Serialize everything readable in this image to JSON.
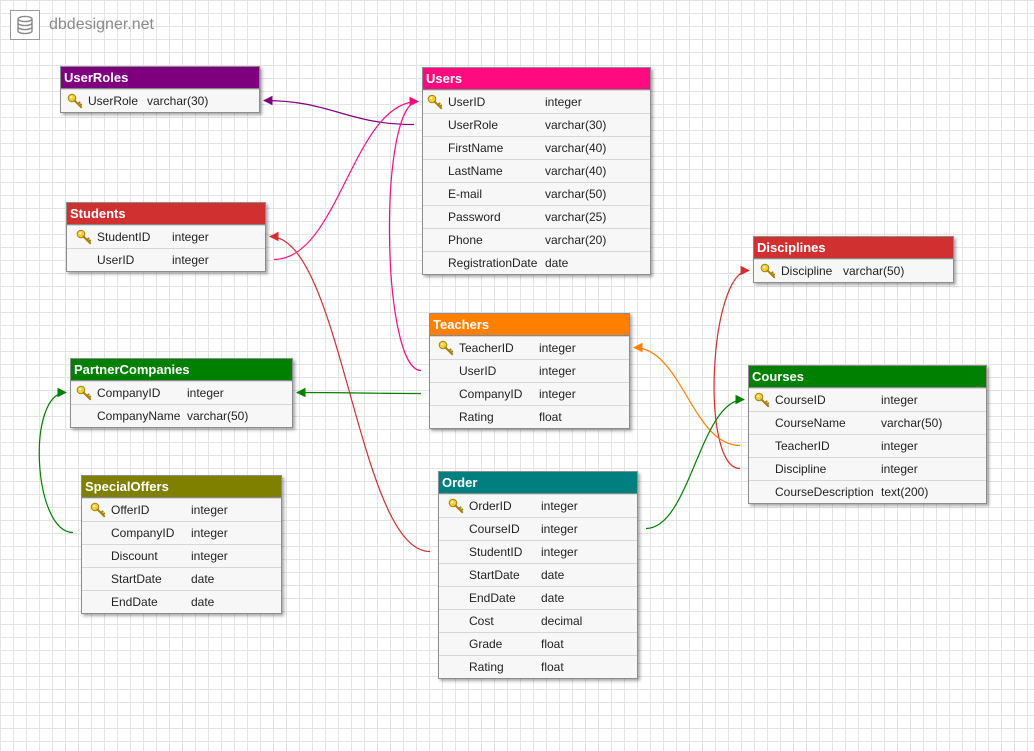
{
  "app": {
    "logo_text": "dbdesigner.net",
    "logo_icon": "database-icon"
  },
  "tables": {
    "userroles": {
      "name": "UserRoles",
      "color": "#7f007f",
      "fields": [
        {
          "name": "UserRole",
          "type": "varchar(30)",
          "pk": true
        }
      ]
    },
    "users": {
      "name": "Users",
      "color": "#ff0a7f",
      "fields": [
        {
          "name": "UserID",
          "type": "integer",
          "pk": true
        },
        {
          "name": "UserRole",
          "type": "varchar(30)"
        },
        {
          "name": "FirstName",
          "type": "varchar(40)"
        },
        {
          "name": "LastName",
          "type": "varchar(40)"
        },
        {
          "name": "E-mail",
          "type": "varchar(50)"
        },
        {
          "name": "Password",
          "type": "varchar(25)"
        },
        {
          "name": "Phone",
          "type": "varchar(20)"
        },
        {
          "name": "RegistrationDate",
          "type": "date"
        }
      ]
    },
    "students": {
      "name": "Students",
      "color": "#d03030",
      "fields": [
        {
          "name": "StudentID",
          "type": "integer",
          "pk": true
        },
        {
          "name": "UserID",
          "type": "integer"
        }
      ]
    },
    "disciplines": {
      "name": "Disciplines",
      "color": "#d03030",
      "fields": [
        {
          "name": "Discipline",
          "type": "varchar(50)",
          "pk": true
        }
      ]
    },
    "teachers": {
      "name": "Teachers",
      "color": "#ff7f00",
      "fields": [
        {
          "name": "TeacherID",
          "type": "integer",
          "pk": true
        },
        {
          "name": "UserID",
          "type": "integer"
        },
        {
          "name": "CompanyID",
          "type": "integer"
        },
        {
          "name": "Rating",
          "type": "float"
        }
      ]
    },
    "partnercompanies": {
      "name": "PartnerCompanies",
      "color": "#008000",
      "fields": [
        {
          "name": "CompanyID",
          "type": "integer",
          "pk": true
        },
        {
          "name": "CompanyName",
          "type": "varchar(50)"
        }
      ]
    },
    "courses": {
      "name": "Courses",
      "color": "#008000",
      "fields": [
        {
          "name": "CourseID",
          "type": "integer",
          "pk": true
        },
        {
          "name": "CourseName",
          "type": "varchar(50)"
        },
        {
          "name": "TeacherID",
          "type": "integer"
        },
        {
          "name": "Discipline",
          "type": "integer"
        },
        {
          "name": "CourseDescription",
          "type": "text(200)"
        }
      ]
    },
    "specialoffers": {
      "name": "SpecialOffers",
      "color": "#808000",
      "fields": [
        {
          "name": "OfferID",
          "type": "integer",
          "pk": true
        },
        {
          "name": "CompanyID",
          "type": "integer"
        },
        {
          "name": "Discount",
          "type": "integer"
        },
        {
          "name": "StartDate",
          "type": "date"
        },
        {
          "name": "EndDate",
          "type": "date"
        }
      ]
    },
    "order": {
      "name": "Order",
      "color": "#007f7f",
      "fields": [
        {
          "name": "OrderID",
          "type": "integer",
          "pk": true
        },
        {
          "name": "CourseID",
          "type": "integer"
        },
        {
          "name": "StudentID",
          "type": "integer"
        },
        {
          "name": "StartDate",
          "type": "date"
        },
        {
          "name": "EndDate",
          "type": "date"
        },
        {
          "name": "Cost",
          "type": "decimal"
        },
        {
          "name": "Grade",
          "type": "float"
        },
        {
          "name": "Rating",
          "type": "float"
        }
      ]
    }
  },
  "relations": [
    {
      "from": "users.UserRole",
      "to": "userroles.UserRole",
      "color": "#7f007f"
    },
    {
      "from": "students.UserID",
      "to": "users.UserID",
      "color": "#ff0a7f"
    },
    {
      "from": "teachers.UserID",
      "to": "users.UserID",
      "color": "#ff0a7f"
    },
    {
      "from": "order.StudentID",
      "to": "students.StudentID",
      "color": "#d03030"
    },
    {
      "from": "courses.Discipline",
      "to": "disciplines.Discipline",
      "color": "#d03030"
    },
    {
      "from": "courses.TeacherID",
      "to": "teachers.TeacherID",
      "color": "#ff7f00"
    },
    {
      "from": "teachers.CompanyID",
      "to": "partnercompanies.CompanyID",
      "color": "#008000"
    },
    {
      "from": "specialoffers.CompanyID",
      "to": "partnercompanies.CompanyID",
      "color": "#008000"
    },
    {
      "from": "order.CourseID",
      "to": "courses.CourseID",
      "color": "#008000"
    }
  ]
}
